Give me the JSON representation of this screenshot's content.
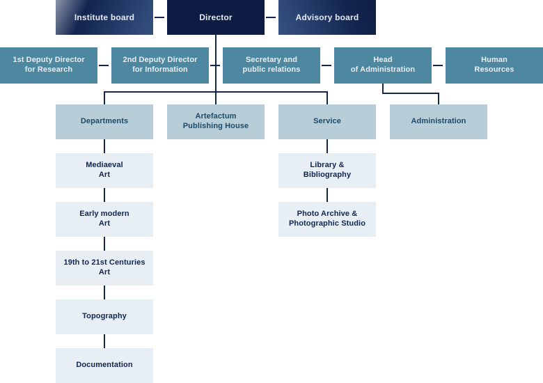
{
  "chart_data": {
    "type": "diagram",
    "title": "Institute organisational chart",
    "orientation": "top-down",
    "tiers": [
      {
        "name": "executive",
        "nodes": [
          {
            "id": "institute-board",
            "label": "Institute board"
          },
          {
            "id": "director",
            "label": "Director"
          },
          {
            "id": "advisory-board",
            "label": "Advisory board"
          }
        ]
      },
      {
        "name": "directorate",
        "nodes": [
          {
            "id": "first-deputy-director",
            "label": "1st Deputy Director\nfor Research"
          },
          {
            "id": "second-deputy-director",
            "label": "2nd Deputy Director\nfor Information"
          },
          {
            "id": "secretary-public-relations",
            "label": "Secretary and\npublic relations"
          },
          {
            "id": "head-of-administration",
            "label": "Head\nof Administration"
          },
          {
            "id": "human-resources",
            "label": "Human\nResources"
          }
        ]
      },
      {
        "name": "units",
        "nodes": [
          {
            "id": "departments",
            "label": "Departments"
          },
          {
            "id": "artefactum-publishing-house",
            "label": "Artefactum\nPublishing House"
          },
          {
            "id": "service",
            "label": "Service"
          },
          {
            "id": "administration",
            "label": "Administration"
          }
        ]
      }
    ],
    "branches": [
      {
        "parent": "departments",
        "children": [
          {
            "id": "mediaeval-art",
            "label": "Mediaeval\nArt"
          },
          {
            "id": "early-modern-art",
            "label": "Early modern\nArt"
          },
          {
            "id": "19th-to-21st-centuries-art",
            "label": "19th to 21st Centuries\nArt"
          },
          {
            "id": "topography",
            "label": "Topography"
          },
          {
            "id": "documentation",
            "label": "Documentation"
          }
        ]
      },
      {
        "parent": "service",
        "children": [
          {
            "id": "library-bibliography",
            "label": "Library &\nBibliography"
          },
          {
            "id": "photo-archive-photographic-studio",
            "label": "Photo Archive &\nPhotographic Studio"
          }
        ]
      },
      {
        "parent": "artefactum-publishing-house",
        "children": []
      },
      {
        "parent": "administration",
        "children": []
      }
    ],
    "colors": {
      "executive_dark": "#0c1c42",
      "executive_gradient_light": "#35507f",
      "directorate": "#4e87a0",
      "unit_header": "#b7cdd8",
      "leaf": "#e7eff4",
      "connector": "#12264f",
      "executive_text": "#e6eaf2",
      "directorate_text": "#e9eef2",
      "unit_header_text": "#1c4a68",
      "leaf_text": "#11244f",
      "background": "#ffffff"
    }
  },
  "nodes": {
    "institute_board": "Institute board",
    "director": "Director",
    "advisory_board": "Advisory board",
    "deputy_research_line1": "1st Deputy Director",
    "deputy_research_line2": "for Research",
    "deputy_information_line1": "2nd Deputy Director",
    "deputy_information_line2": "for Information",
    "secretary_line1": "Secretary and",
    "secretary_line2": "public relations",
    "head_admin_line1": "Head",
    "head_admin_line2": "of Administration",
    "human_resources_line1": "Human",
    "human_resources_line2": "Resources",
    "departments": "Departments",
    "artefactum_line1": "Artefactum",
    "artefactum_line2": "Publishing House",
    "service": "Service",
    "administration": "Administration",
    "mediaeval_line1": "Mediaeval",
    "mediaeval_line2": "Art",
    "early_modern_line1": "Early modern",
    "early_modern_line2": "Art",
    "centuries_line1": "19th to 21st Centuries",
    "centuries_line2": "Art",
    "topography": "Topography",
    "documentation": "Documentation",
    "library_line1": "Library &",
    "library_line2": "Bibliography",
    "photo_line1": "Photo Archive &",
    "photo_line2": "Photographic Studio"
  }
}
